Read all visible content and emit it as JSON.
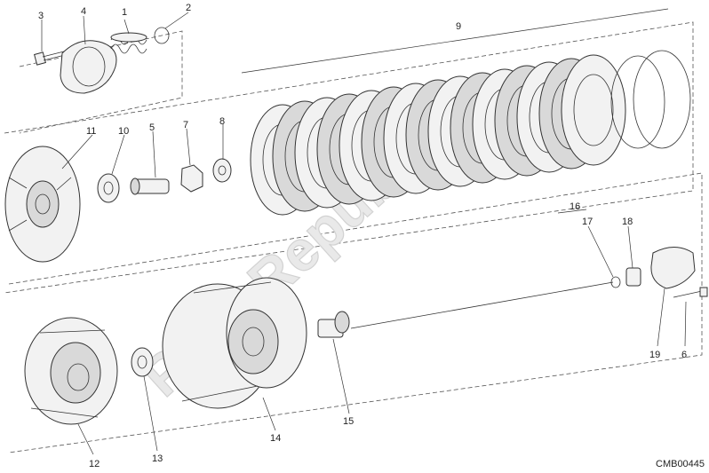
{
  "diagram": {
    "code": "CMB00445",
    "watermark": "PartsRepublik",
    "callouts": [
      "1",
      "2",
      "3",
      "4",
      "5",
      "6",
      "7",
      "8",
      "9",
      "10",
      "11",
      "12",
      "13",
      "14",
      "15",
      "16",
      "17",
      "18",
      "19"
    ]
  }
}
